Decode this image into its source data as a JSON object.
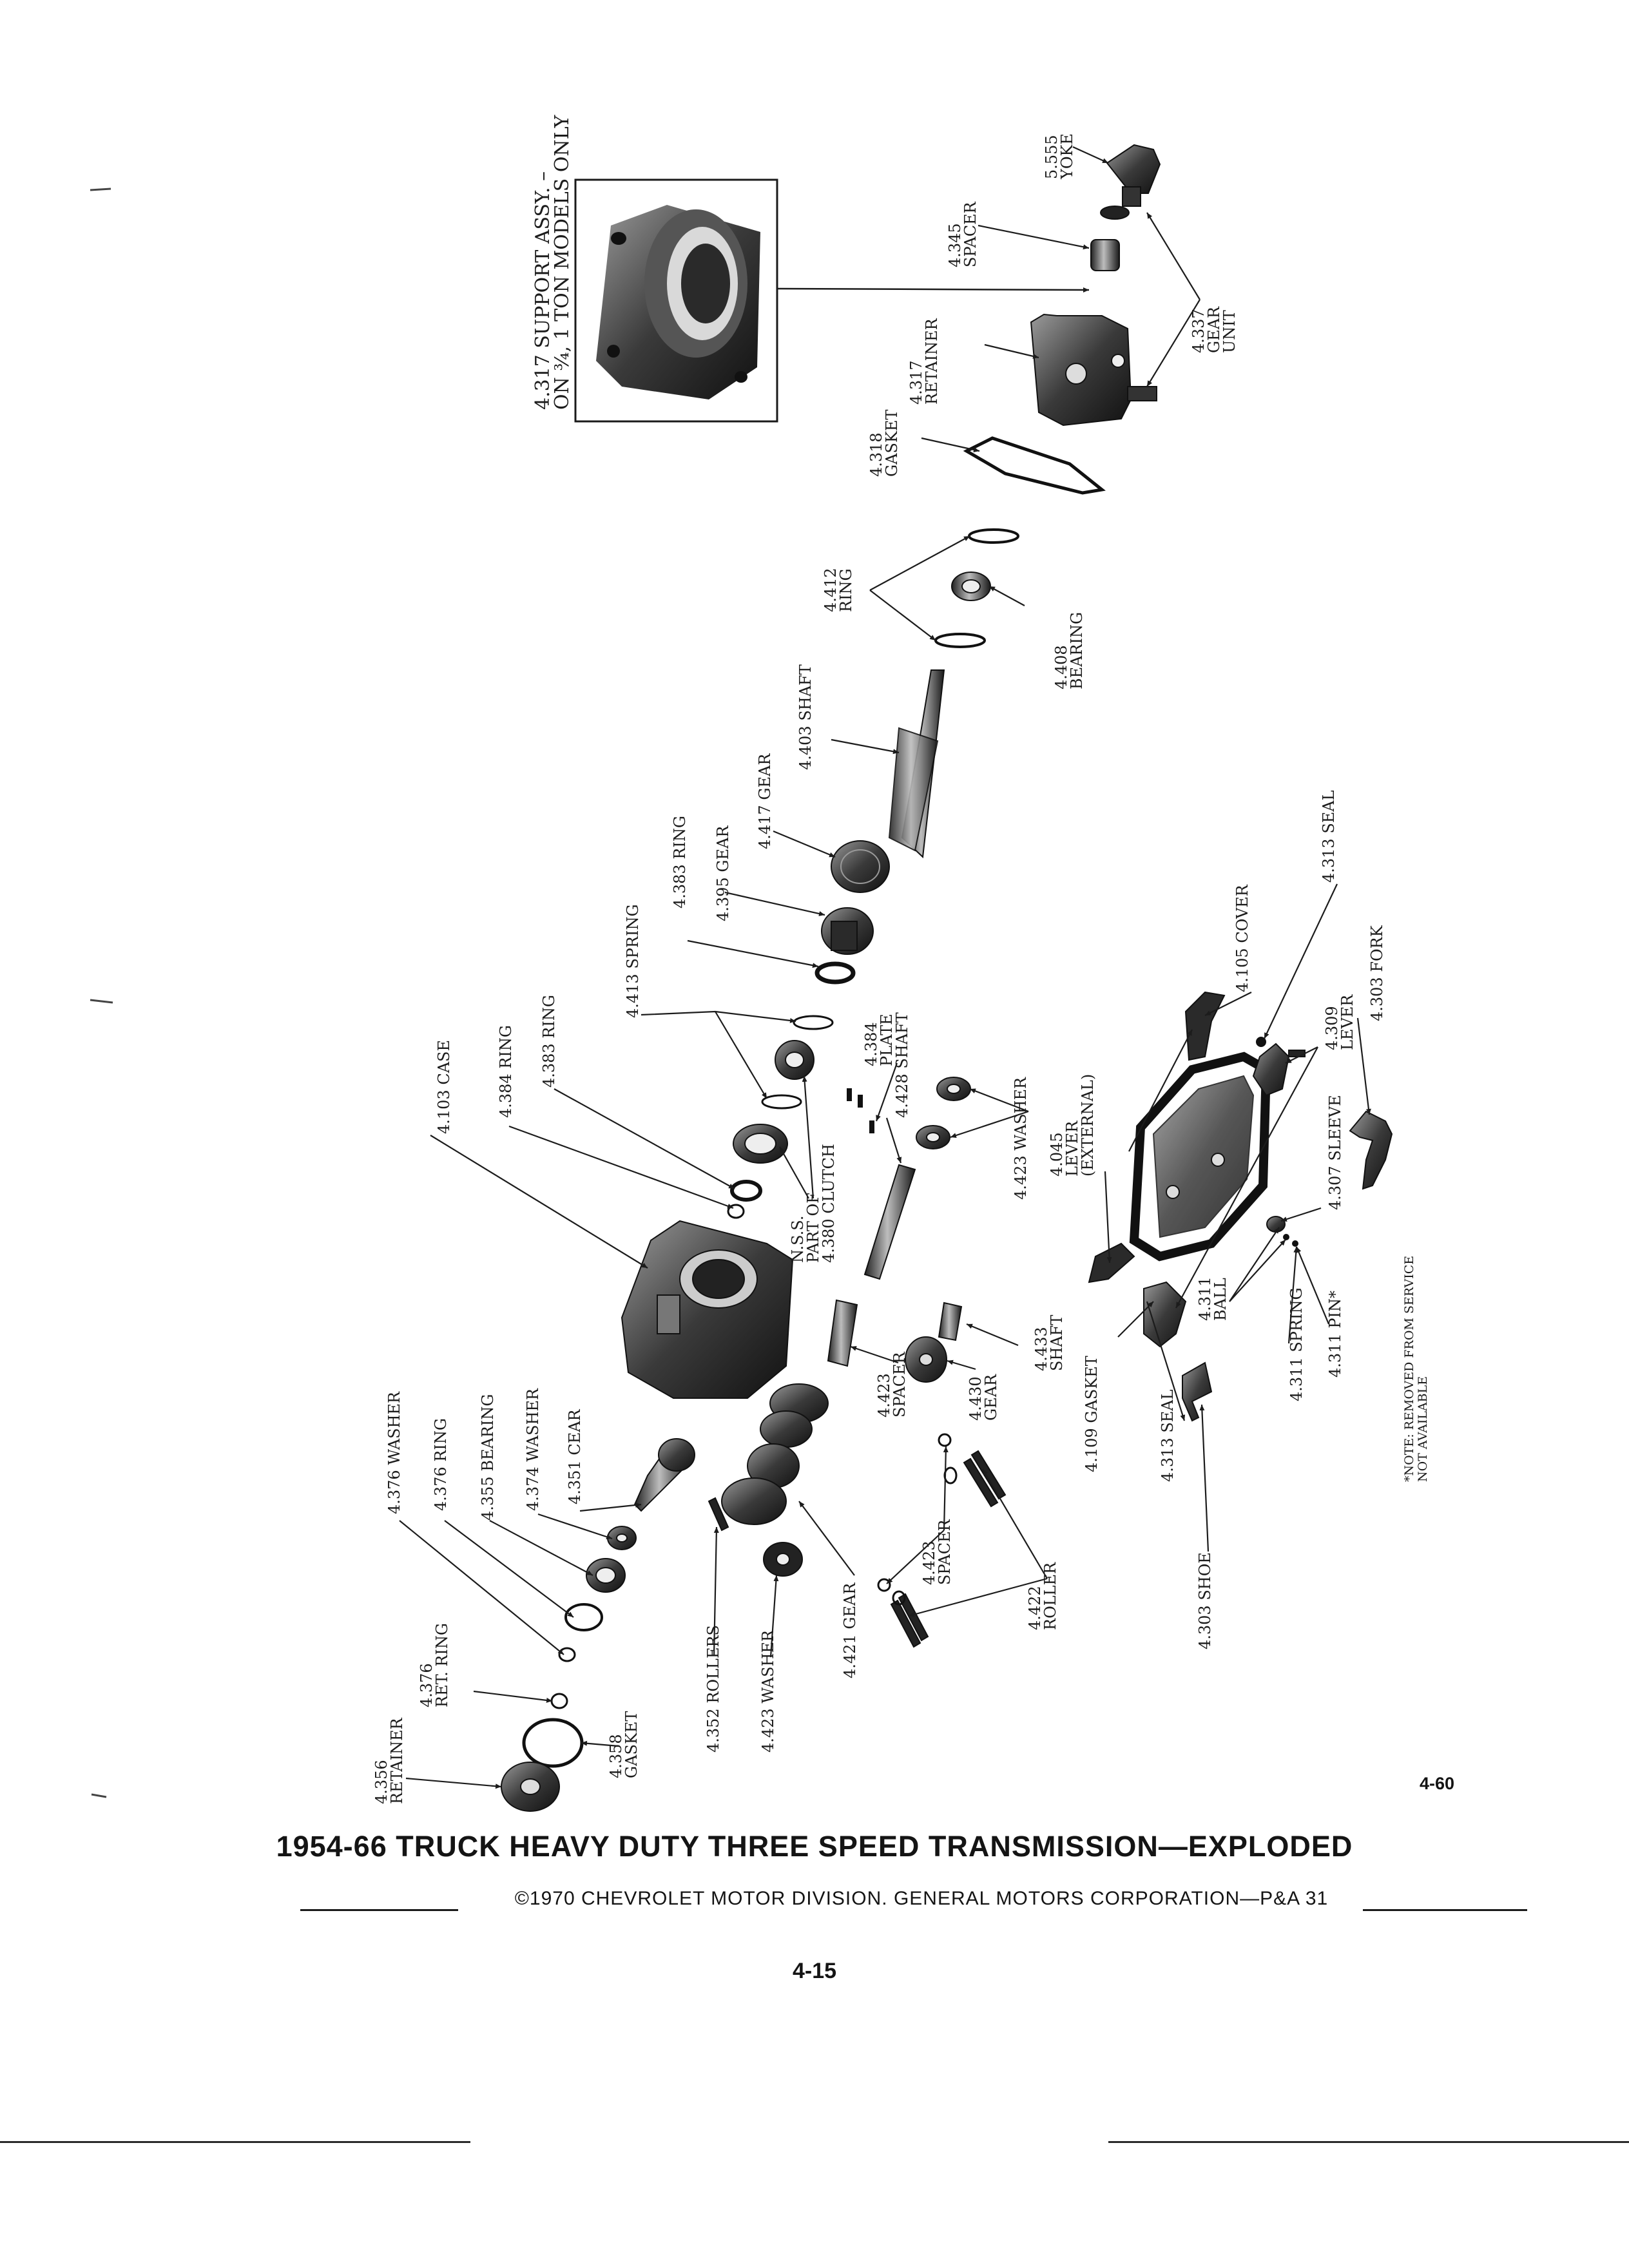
{
  "figure": {
    "title": "1954-66 TRUCK HEAVY DUTY THREE SPEED TRANSMISSION—EXPLODED",
    "copyright": "©1970 CHEVROLET MOTOR DIVISION. GENERAL MOTORS CORPORATION—P&A 31",
    "page_number": "4-15",
    "figure_ref": "4-60",
    "inset_caption": [
      "4.317 SUPPORT ASSY. –",
      "ON ¾, 1 TON MODELS ONLY"
    ],
    "note": [
      "*NOTE: REMOVED FROM SERVICE",
      "NOT AVAILABLE"
    ]
  },
  "labels": {
    "l01": [
      "5.555",
      "YOKE"
    ],
    "l02": [
      "4.345",
      "SPACER"
    ],
    "l03": [
      "4.337",
      "GEAR",
      "UNIT"
    ],
    "l04": [
      "4.317",
      "RETAINER"
    ],
    "l05": [
      "4.318",
      "GASKET"
    ],
    "l06": [
      "4.412",
      "RING"
    ],
    "l07": [
      "4.408",
      "BEARING"
    ],
    "l08": [
      "4.403 SHAFT"
    ],
    "l09": [
      "4.417 GEAR"
    ],
    "l10": [
      "4.395 GEAR"
    ],
    "l11": [
      "4.383 RING"
    ],
    "l12": [
      "4.413 SPRING"
    ],
    "l13": [
      "4.384",
      "PLATE"
    ],
    "l14": [
      "4.428 SHAFT"
    ],
    "l15": [
      "4.384 RING"
    ],
    "l16": [
      "4.383 RING"
    ],
    "l17": [
      "4.103 CASE"
    ],
    "l18": [
      "N.S.S.",
      "PART OF",
      "4.380 CLUTCH"
    ],
    "l19": [
      "4.423 WASHER"
    ],
    "l20": [
      "4.045",
      "LEVER",
      "(EXTERNAL)"
    ],
    "l21": [
      "4.105 COVER"
    ],
    "l22": [
      "4.313 SEAL"
    ],
    "l23": [
      "4.309",
      "LEVER"
    ],
    "l24": [
      "4.303 FORK"
    ],
    "l25": [
      "4.307 SLEEVE"
    ],
    "l26": [
      "4.311",
      "BALL"
    ],
    "l27": [
      "4.311 SPRING"
    ],
    "l28": [
      "4.311 PIN*"
    ],
    "l29": [
      "4.109 GASKET"
    ],
    "l30": [
      "4.313 SEAL"
    ],
    "l31": [
      "4.303 SHOE"
    ],
    "l32": [
      "4.433",
      "SHAFT"
    ],
    "l33": [
      "4.430",
      "GEAR"
    ],
    "l34": [
      "4.423",
      "SPACER"
    ],
    "l35": [
      "4.421 GEAR"
    ],
    "l36": [
      "4.423",
      "SPACER"
    ],
    "l37": [
      "4.422",
      "ROLLER"
    ],
    "l38": [
      "4.376 WASHER"
    ],
    "l39": [
      "4.376 RING"
    ],
    "l40": [
      "4.355 BEARING"
    ],
    "l41": [
      "4.374 WASHER"
    ],
    "l42": [
      "4.351 CEAR"
    ],
    "l43": [
      "4.376",
      "RET. RING"
    ],
    "l44": [
      "4.358",
      "GASKET"
    ],
    "l45": [
      "4.356",
      "RETAINER"
    ],
    "l46": [
      "4.352 ROLLERS"
    ],
    "l47": [
      "4.423 WASHER"
    ]
  }
}
